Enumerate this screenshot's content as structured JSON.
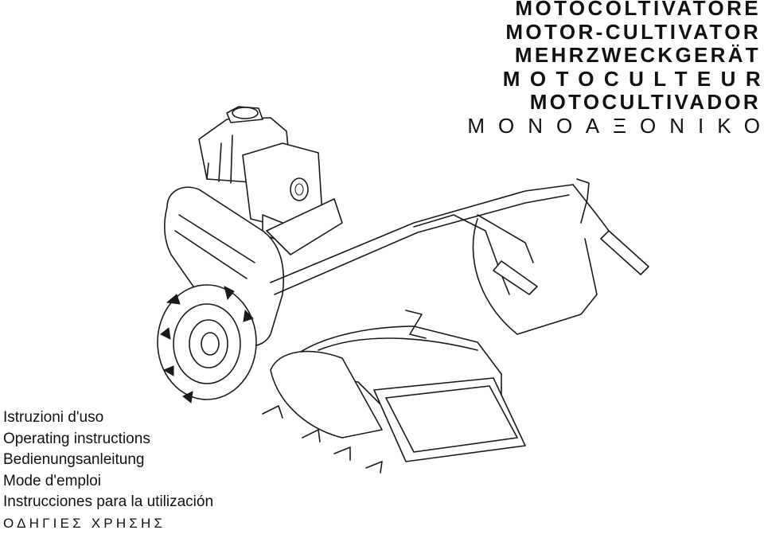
{
  "titles": [
    "MOTOCOLTIVATORE",
    "MOTOR-CULTIVATOR",
    "MEHRZWECKGERÄT",
    "MOTOCULTEUR",
    "MOTOCULTIVADOR",
    "ΜΟΝΟΑΞΟΝΙΚΟ"
  ],
  "manuals": [
    "Istruzioni d'uso",
    "Operating instructions",
    "Bedienungsanleitung",
    "Mode d'emploi",
    "Instrucciones para la utilización",
    "ΟΔΗΓΙΕΣ  ΧΡΗΣΗΣ"
  ],
  "illustration": {
    "icon": "motor-cultivator-line-drawing",
    "stroke_color": "#1a1a1a",
    "background_color": "#ffffff"
  }
}
